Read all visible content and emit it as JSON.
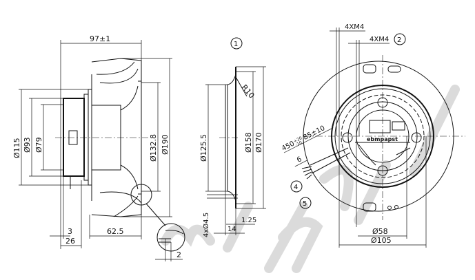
{
  "drawing": {
    "side_view": {
      "overall_length": "97±1",
      "dia_115": "Ø115",
      "dia_93": "Ø93",
      "dia_79": "Ø79",
      "dia_132_8": "Ø132.8",
      "dia_190": "Ø190",
      "dim_3": "3",
      "dim_26": "26",
      "dim_62_5": "62.5",
      "detail_dim_2": "2"
    },
    "inlet_ring_view": {
      "callout": "1",
      "radius": "R10",
      "dia_125_5": "Ø125.5",
      "dia_158": "Ø158",
      "dia_170": "Ø170",
      "holes": "4xØ4.5",
      "dim_1_25": "1.25",
      "dim_14": "14"
    },
    "front_view": {
      "thread_outer": "4XM4",
      "thread_inner": "4XM4",
      "callout_2": "2",
      "cable_length": "450",
      "cable_tol_plus": "+20",
      "cable_tol_minus": "-10",
      "strip_length": "85±10",
      "wire_strip": "6",
      "callout_4": "4",
      "callout_5": "5",
      "dia_58": "Ø58",
      "dia_105": "Ø105",
      "brand_label": "ebmpapst"
    },
    "watermark": "Preliminary"
  }
}
